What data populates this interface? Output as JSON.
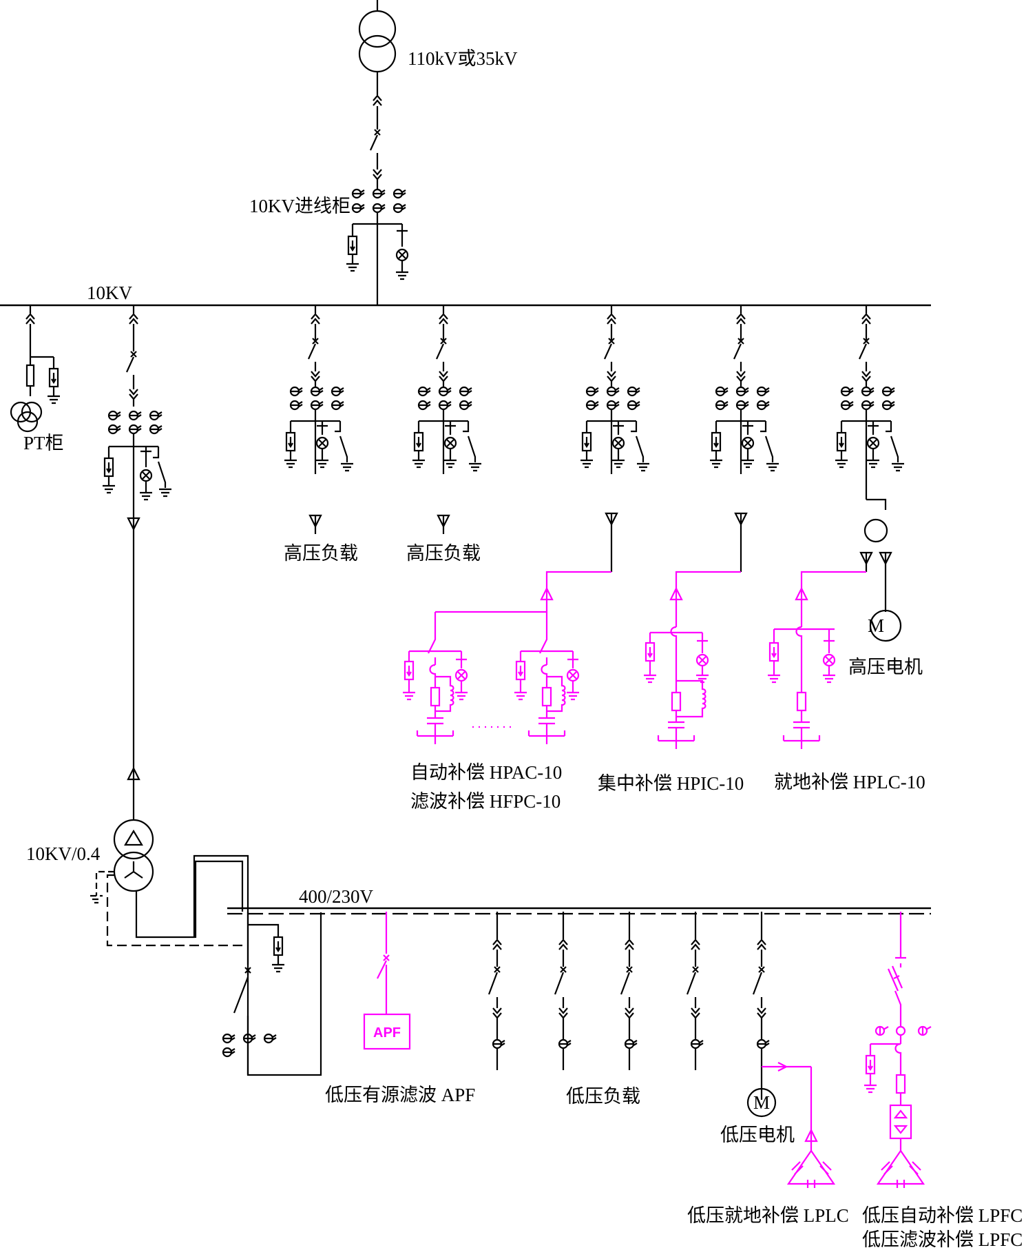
{
  "colors": {
    "line": "#000000",
    "compensation": "#ff00ff",
    "background": "#ffffff"
  },
  "labels": {
    "source": "110kV或35kV",
    "incoming_cabinet": "10KV进线柜",
    "bus_10kv": "10KV",
    "pt_cabinet": "PT柜",
    "hv_load_1": "高压负载",
    "hv_load_2": "高压负载",
    "hv_motor": "高压电机",
    "auto_comp": "自动补偿 HPAC-10",
    "filter_comp": "滤波补偿 HFPC-10",
    "central_comp": "集中补偿 HPIC-10",
    "local_comp": "就地补偿 HPLC-10",
    "ellipsis": "......",
    "transformer": "10KV/0.4",
    "bus_lv": "400/230V",
    "apf_box": "APF",
    "lv_apf": "低压有源滤波 APF",
    "lv_load": "低压负载",
    "lv_motor": "低压电机",
    "lv_local_comp": "低压就地补偿 LPLC",
    "lv_auto_comp": "低压自动补偿 LPFC",
    "lv_filter_comp": "低压滤波补偿 LPFC",
    "motor_symbol": "M"
  }
}
